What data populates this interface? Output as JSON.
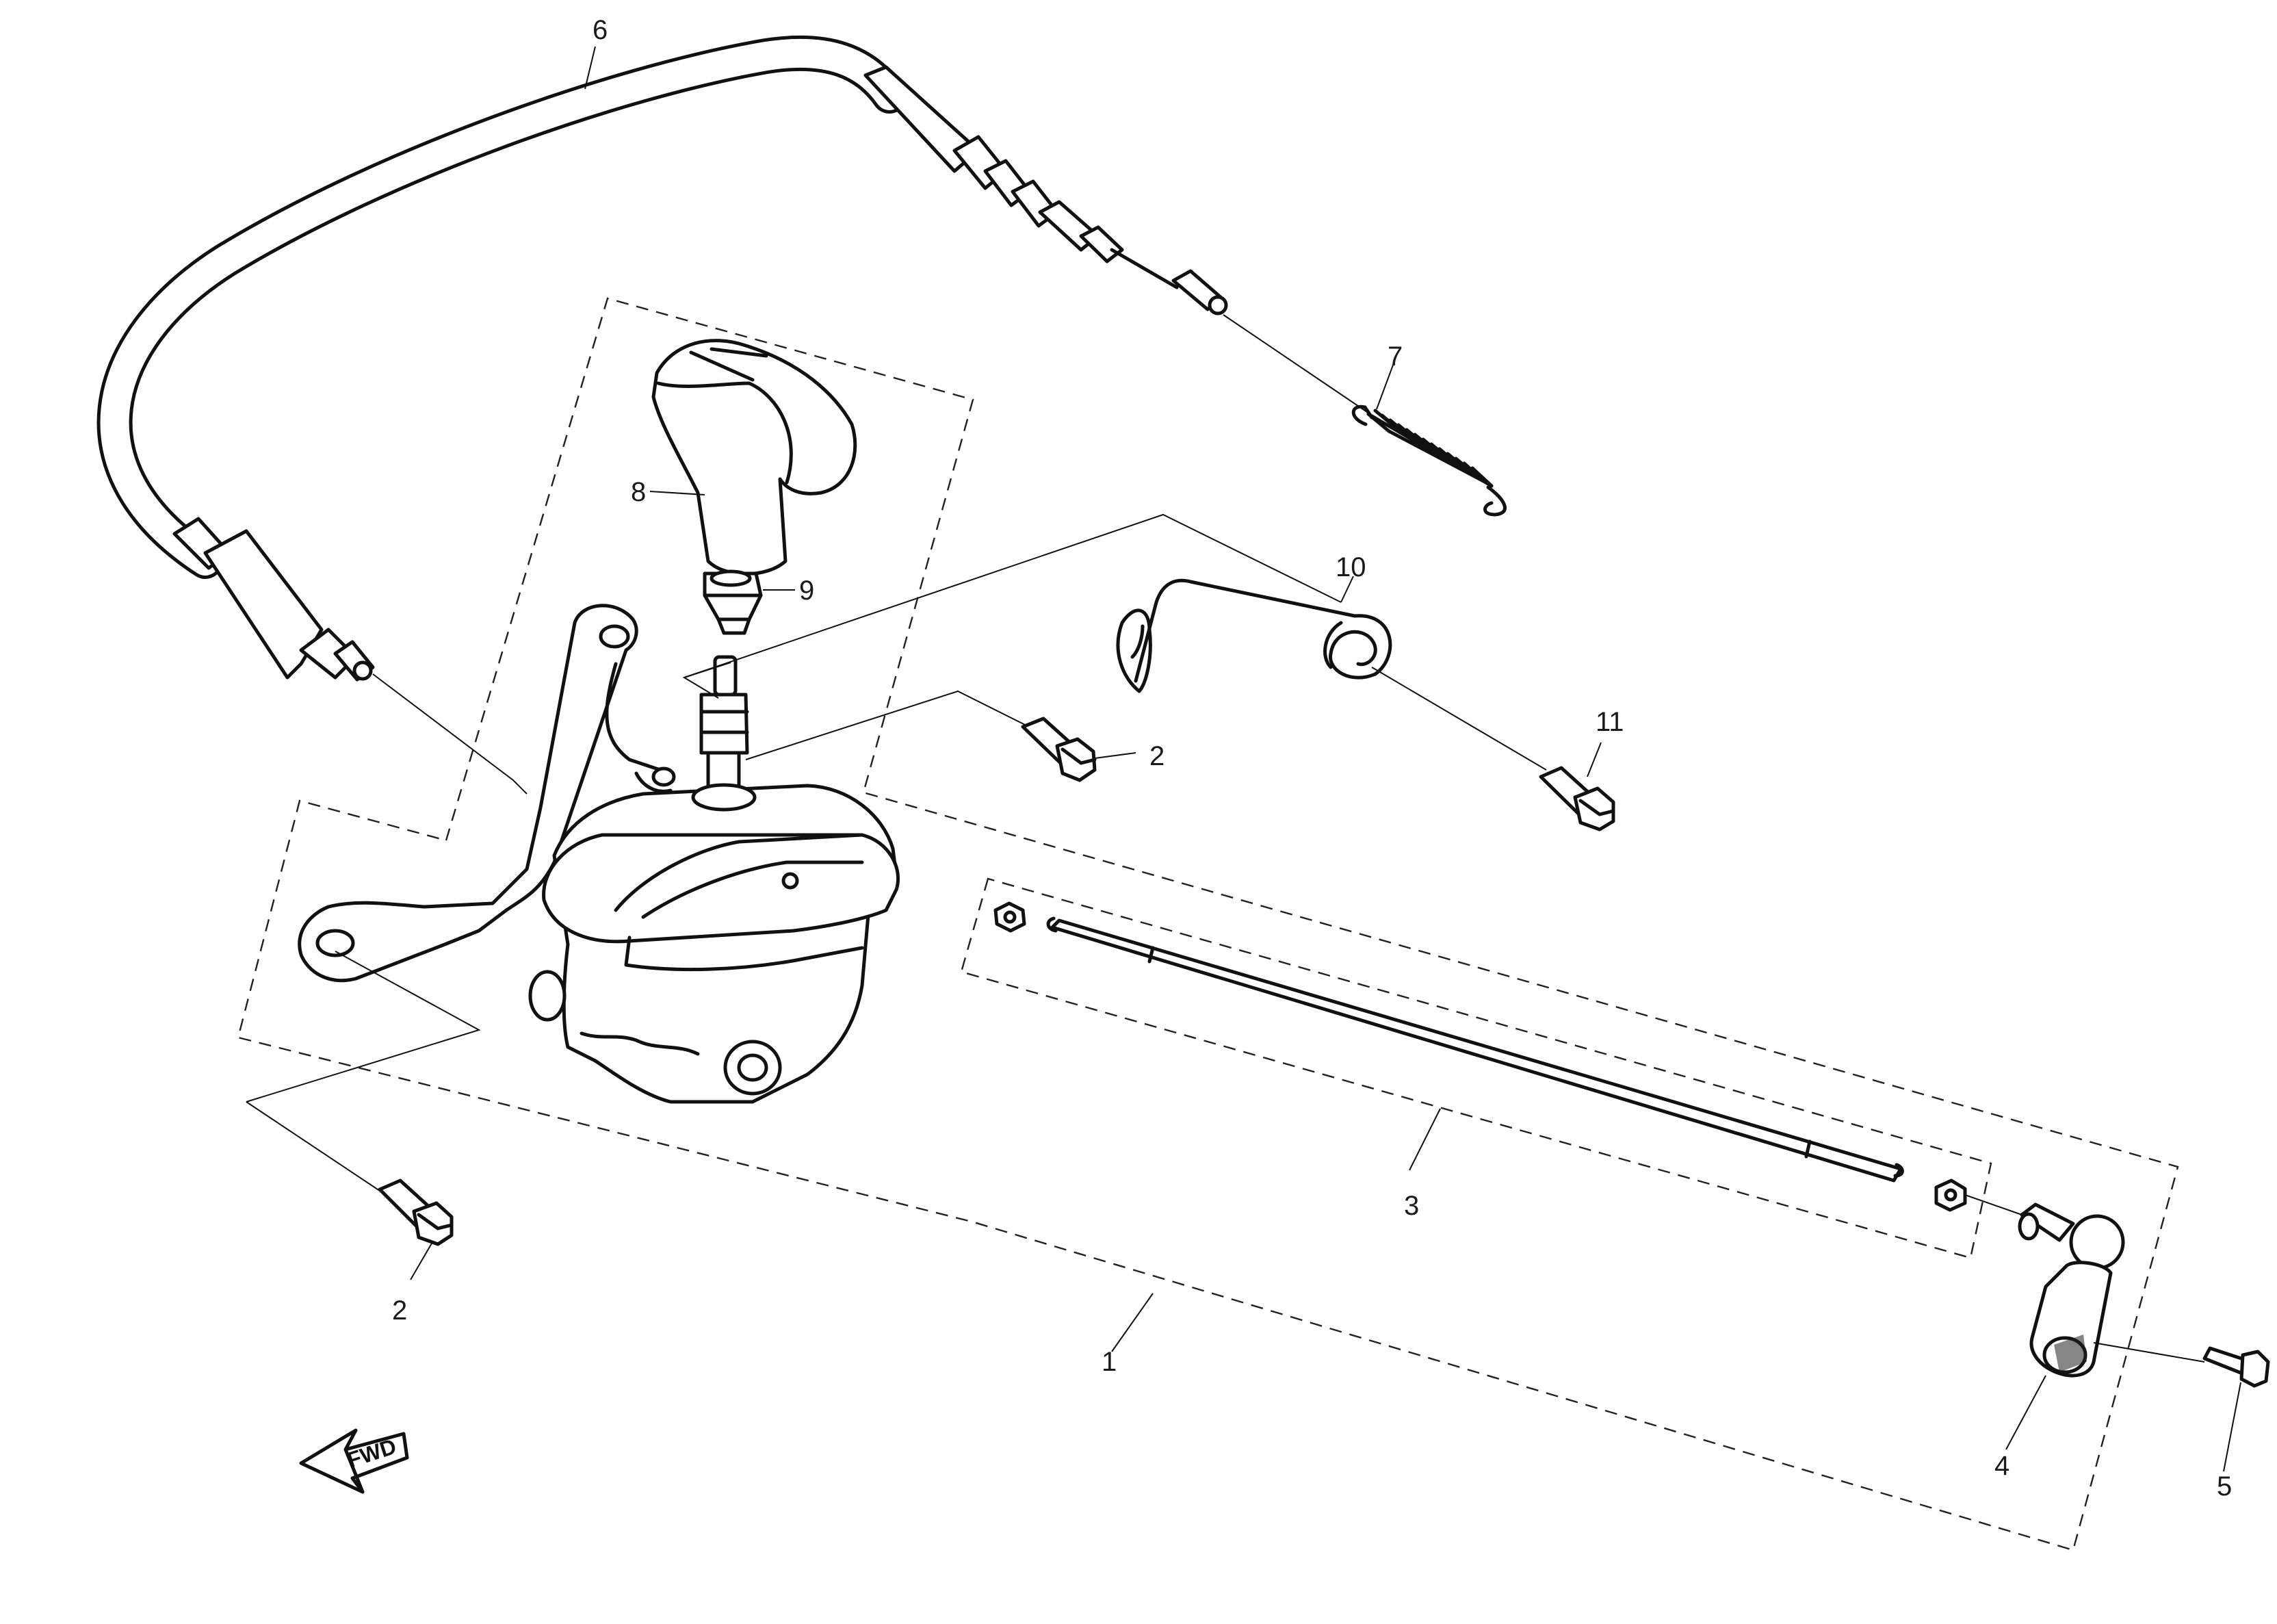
{
  "callouts": [
    {
      "id": "1",
      "label": "1"
    },
    {
      "id": "2a",
      "label": "2"
    },
    {
      "id": "2b",
      "label": "2"
    },
    {
      "id": "3",
      "label": "3"
    },
    {
      "id": "4",
      "label": "4"
    },
    {
      "id": "5",
      "label": "5"
    },
    {
      "id": "6",
      "label": "6"
    },
    {
      "id": "7",
      "label": "7"
    },
    {
      "id": "8",
      "label": "8"
    },
    {
      "id": "9",
      "label": "9"
    },
    {
      "id": "10",
      "label": "10"
    },
    {
      "id": "11",
      "label": "11"
    }
  ],
  "direction_indicator": {
    "label": "FWD",
    "icon": "forward-arrow-icon"
  },
  "colors": {
    "line": "#111111",
    "background": "#ffffff"
  }
}
